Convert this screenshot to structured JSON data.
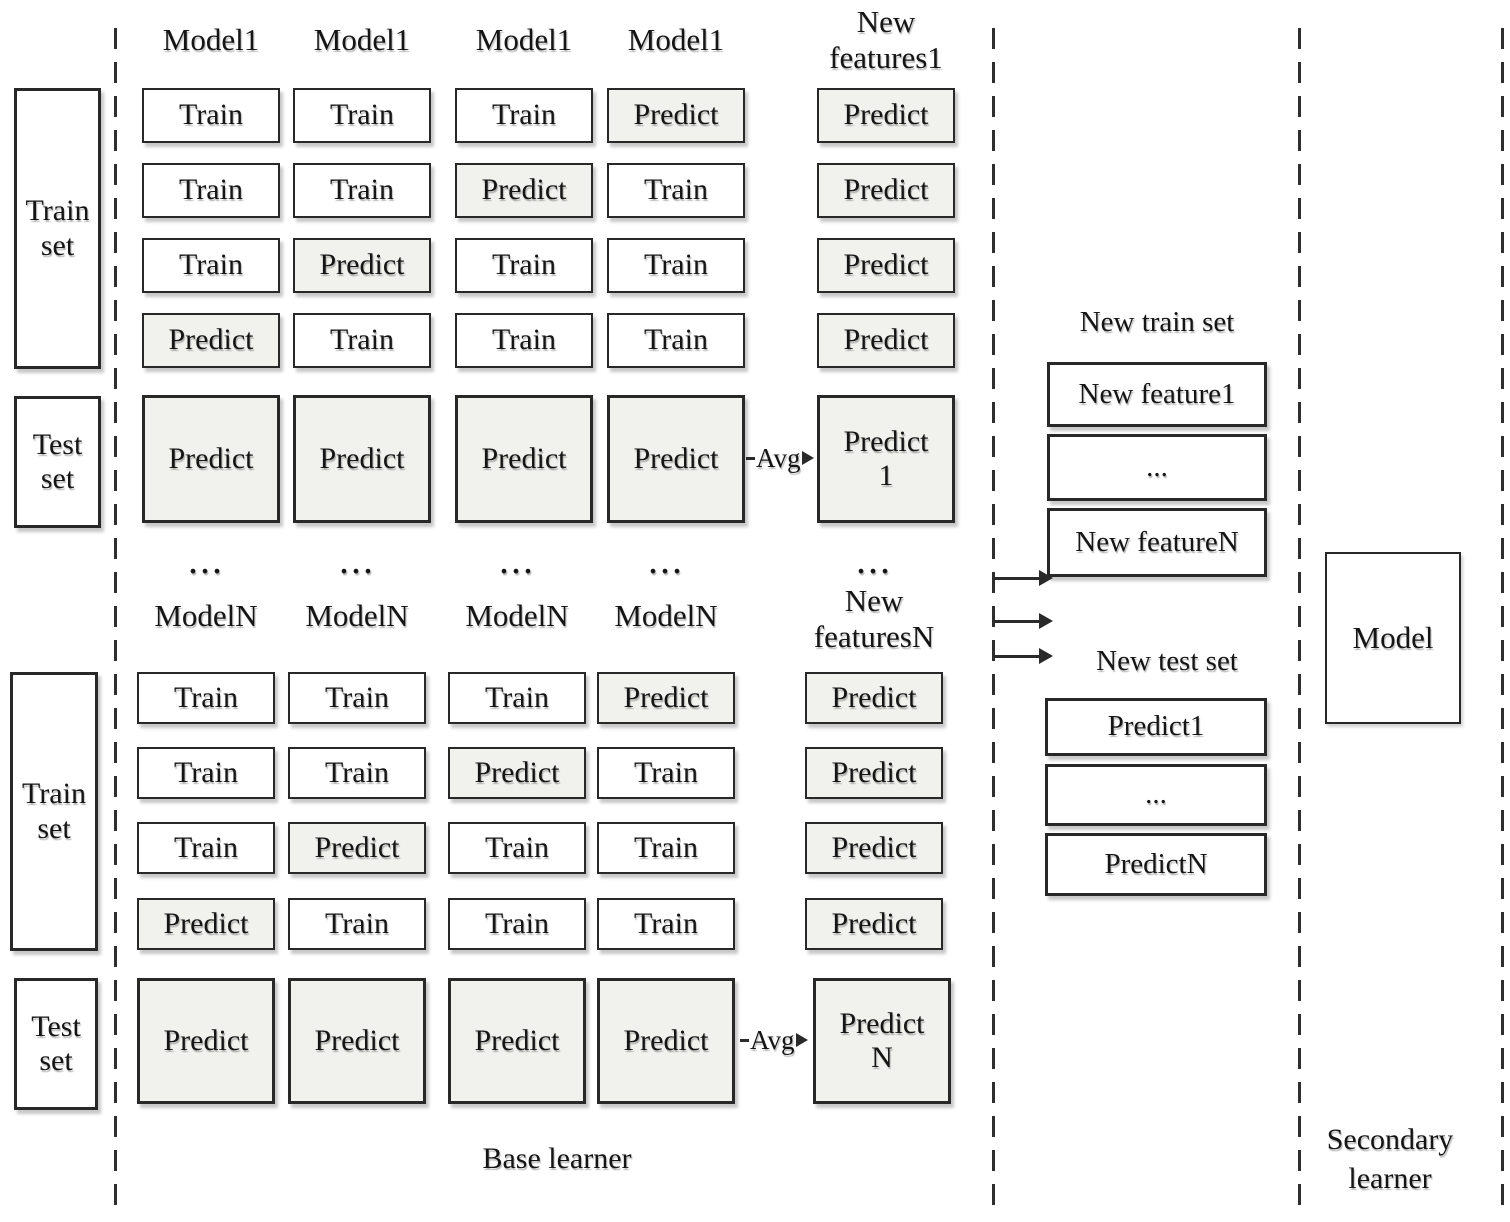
{
  "labels": {
    "train_set": "Train set",
    "test_set": "Test set",
    "avg": "Avg",
    "ellipsis": "...",
    "base_learner": "Base learner",
    "new_train_set": "New train set",
    "new_test_set": "New test set",
    "model": "Model",
    "secondary_learner": "Secondary learner"
  },
  "section1": {
    "model_header": "Model1",
    "features_header": "New features1",
    "rows": [
      {
        "cells": [
          "Train",
          "Train",
          "Train",
          "Predict"
        ],
        "feature": "Predict"
      },
      {
        "cells": [
          "Train",
          "Train",
          "Predict",
          "Train"
        ],
        "feature": "Predict"
      },
      {
        "cells": [
          "Train",
          "Predict",
          "Train",
          "Train"
        ],
        "feature": "Predict"
      },
      {
        "cells": [
          "Predict",
          "Train",
          "Train",
          "Train"
        ],
        "feature": "Predict"
      }
    ],
    "test_cells": [
      "Predict",
      "Predict",
      "Predict",
      "Predict"
    ],
    "result_line1": "Predict",
    "result_line2": "1"
  },
  "section2": {
    "model_header": "ModelN",
    "features_header": "New featuresN",
    "rows": [
      {
        "cells": [
          "Train",
          "Train",
          "Train",
          "Predict"
        ],
        "feature": "Predict"
      },
      {
        "cells": [
          "Train",
          "Train",
          "Predict",
          "Train"
        ],
        "feature": "Predict"
      },
      {
        "cells": [
          "Train",
          "Predict",
          "Train",
          "Train"
        ],
        "feature": "Predict"
      },
      {
        "cells": [
          "Predict",
          "Train",
          "Train",
          "Train"
        ],
        "feature": "Predict"
      }
    ],
    "test_cells": [
      "Predict",
      "Predict",
      "Predict",
      "Predict"
    ],
    "result_line1": "Predict",
    "result_line2": "N"
  },
  "middle": {
    "new_train_boxes": [
      "New feature1",
      "...",
      "New featureN"
    ],
    "new_test_boxes": [
      "Predict1",
      "...",
      "PredictN"
    ]
  }
}
